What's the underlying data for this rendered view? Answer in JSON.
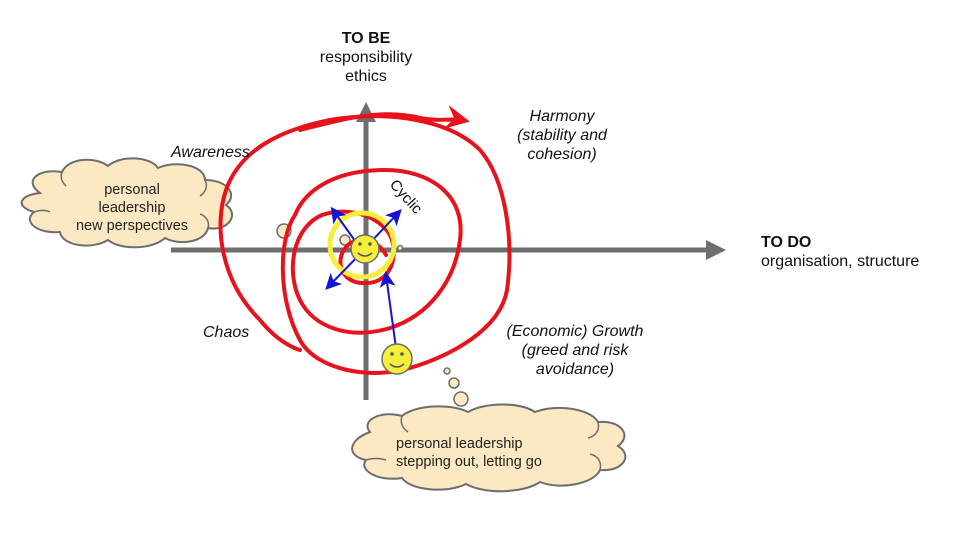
{
  "axes": {
    "vertical": {
      "title": "TO BE",
      "subtitle_lines": [
        "responsibility",
        "ethics"
      ]
    },
    "horizontal": {
      "title": "TO DO",
      "subtitle": "organisation, structure"
    }
  },
  "quadrants": {
    "top_left": "Awareness",
    "top_right_lines": [
      "Harmony",
      "(stability and",
      "cohesion)"
    ],
    "bottom_left": "Chaos",
    "bottom_right_lines": [
      "(Economic) Growth",
      "(greed and risk",
      "avoidance)"
    ]
  },
  "spiral_label": "Cyclic",
  "clouds": {
    "left_lines": [
      "personal",
      "leadership",
      "new perspectives"
    ],
    "bottom_lines": [
      "personal leadership",
      "stepping out, letting go"
    ]
  },
  "colors": {
    "axis": "#6e6e6e",
    "spiral": "#e8121c",
    "arrows": "#1313d6",
    "smiley_fill": "#f5ee3a",
    "ring": "#f5ee3a",
    "cloud_fill": "#fce9c4",
    "cloud_stroke": "#6d6d6d"
  }
}
